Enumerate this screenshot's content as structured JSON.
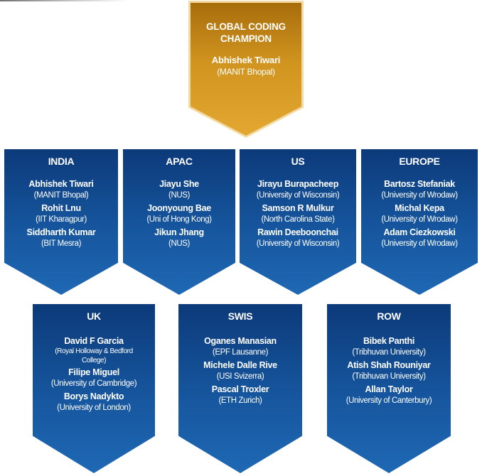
{
  "champion": {
    "title_line1": "GLOBAL CODING",
    "title_line2": "CHAMPION",
    "name": "Abhishek Tiwari",
    "affiliation": "(MANIT  Bhopal)"
  },
  "regions": [
    {
      "title": "INDIA",
      "entries": [
        {
          "name": "Abhishek Tiwari",
          "affiliation": "(MANIT Bhopal)"
        },
        {
          "name": "Rohit Lnu",
          "affiliation": "(IIT Kharagpur)"
        },
        {
          "name": "Siddharth Kumar",
          "affiliation": "(BIT Mesra)"
        }
      ]
    },
    {
      "title": "APAC",
      "entries": [
        {
          "name": "Jiayu She",
          "affiliation": "(NUS)"
        },
        {
          "name": "Joonyoung Bae",
          "affiliation": "(Uni of Hong Kong)"
        },
        {
          "name": "Jikun Jhang",
          "affiliation": "(NUS)"
        }
      ]
    },
    {
      "title": "US",
      "entries": [
        {
          "name": "Jirayu Burapacheep",
          "affiliation": "(University of Wisconsin)"
        },
        {
          "name": "Samson R Mulkur",
          "affiliation": "(North Carolina State)"
        },
        {
          "name": "Rawin Deeboonchai",
          "affiliation": "(University of Wisconsin)"
        }
      ]
    },
    {
      "title": "EUROPE",
      "entries": [
        {
          "name": "Bartosz Stefaniak",
          "affiliation": "(University of Wrodaw)"
        },
        {
          "name": "Michal Kepa",
          "affiliation": "(University of Wrodaw)"
        },
        {
          "name": "Adam Ciezkowski",
          "affiliation": "(University of Wrodaw)"
        }
      ]
    },
    {
      "title": "UK",
      "entries": [
        {
          "name": "David F Garcia",
          "affiliation_line1": "(Royal Holloway  & Bedford",
          "affiliation_line2": "College)"
        },
        {
          "name": "Filipe Miguel",
          "affiliation": "(University of Cambridge)"
        },
        {
          "name": "Borys Nadykto",
          "affiliation": "(University of London)"
        }
      ]
    },
    {
      "title": "SWIS",
      "entries": [
        {
          "name": "Oganes Manasian",
          "affiliation": "(EPF Lausanne)"
        },
        {
          "name": "Michele Dalle Rive",
          "affiliation": "(USI Svizerra)"
        },
        {
          "name": "Pascal Troxler",
          "affiliation": "(ETH Zurich)"
        }
      ]
    },
    {
      "title": "ROW",
      "entries": [
        {
          "name": "Bibek Panthi",
          "affiliation": "(Tribhuvan University)"
        },
        {
          "name": "Atish Shah Rouniyar",
          "affiliation": "(Tribhuvan University)"
        },
        {
          "name": "Allan Taylor",
          "affiliation": "(University of Canterbury)"
        }
      ]
    }
  ],
  "colors": {
    "champion_gold": "#d0941f",
    "region_blue": "#16569e"
  }
}
